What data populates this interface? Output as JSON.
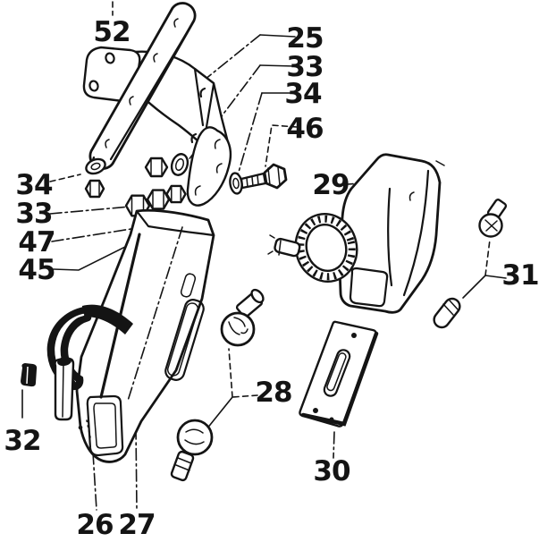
{
  "diagram": {
    "type": "exploded-parts-diagram",
    "colors": {
      "background": "#ffffff",
      "ink": "#141414"
    },
    "callouts": [
      "52",
      "25",
      "33",
      "34",
      "46",
      "29",
      "31",
      "34",
      "33",
      "47",
      "45",
      "32",
      "28",
      "30",
      "26",
      "27"
    ]
  }
}
